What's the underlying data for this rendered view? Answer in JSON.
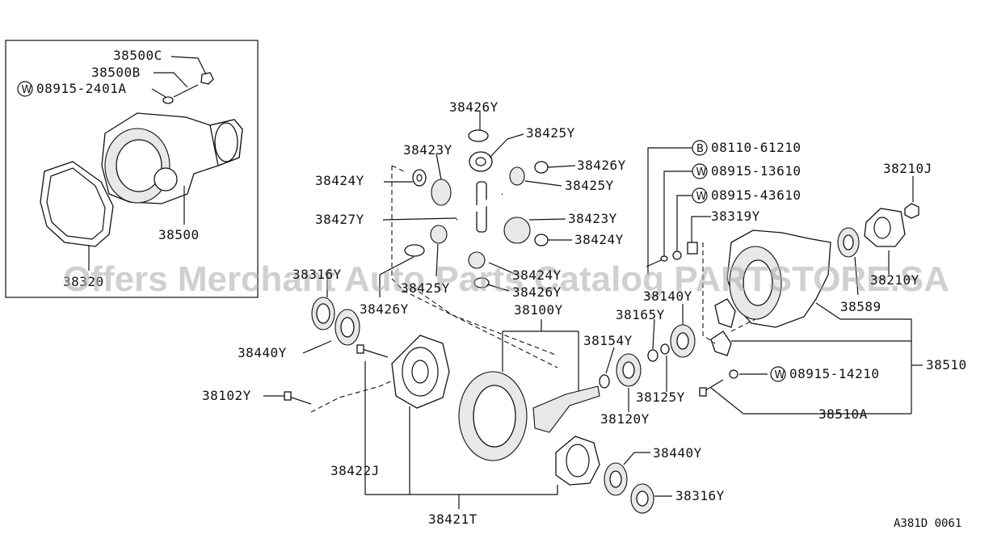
{
  "diagram": {
    "code": "A381D 0061",
    "watermark": "Offers Merchant Auto Parts Catalog PARTSTORE.SA"
  },
  "labels": {
    "p38500C": "38500C",
    "p38500B": "38500B",
    "p08915_2401A": "08915-2401A",
    "p38500": "38500",
    "p38320": "38320",
    "p38426Y_a": "38426Y",
    "p38425Y_a": "38425Y",
    "p38423Y_a": "38423Y",
    "p38426Y_b": "38426Y",
    "p38424Y_a": "38424Y",
    "p38425Y_b": "38425Y",
    "p38427Y": "38427Y",
    "p38423Y_b": "38423Y",
    "p38424Y_b": "38424Y",
    "p38316Y_a": "38316Y",
    "p38425Y_c": "38425Y",
    "p38424Y_c": "38424Y",
    "p38426Y_c": "38426Y",
    "p38426Y_d": "38426Y",
    "p38100Y": "38100Y",
    "p38440Y_a": "38440Y",
    "p38102Y": "38102Y",
    "p38422J": "38422J",
    "p38421T": "38421T",
    "p38440Y_b": "38440Y",
    "p38316Y_b": "38316Y",
    "p08110_61210": "08110-61210",
    "p08915_13610": "08915-13610",
    "p08915_43610": "08915-43610",
    "p38319Y": "38319Y",
    "p38140Y": "38140Y",
    "p38165Y": "38165Y",
    "p38154Y": "38154Y",
    "p38125Y": "38125Y",
    "p38120Y": "38120Y",
    "p38210J": "38210J",
    "p38210Y": "38210Y",
    "p38589": "38589",
    "p38510": "38510",
    "p08915_14210": "08915-14210",
    "p38510A": "38510A"
  },
  "circle_letters": {
    "w1": "W",
    "b1": "B",
    "w2": "W",
    "w3": "W",
    "w4": "W"
  }
}
